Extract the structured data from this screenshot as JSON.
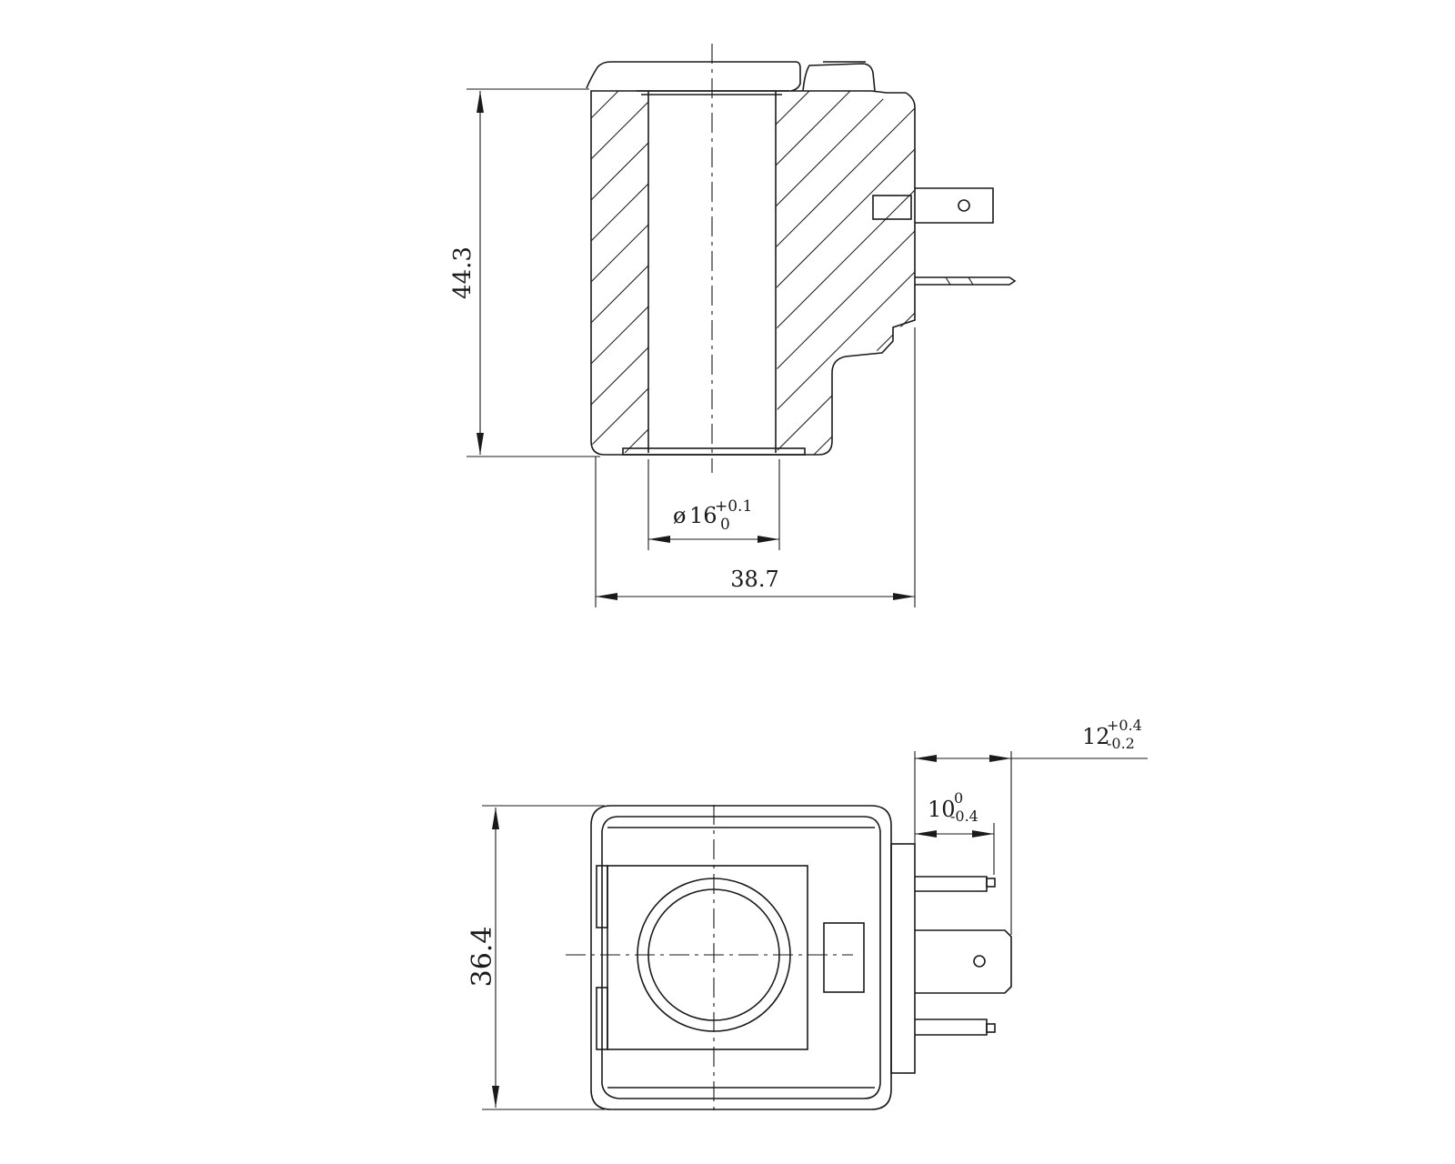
{
  "drawing": {
    "front_view": {
      "height_dim": "44.3",
      "width_dim": "38.7",
      "bore_dim": {
        "symbol": "ø",
        "nominal": "16",
        "upper_tol": "+0.1",
        "lower_tol": "0"
      }
    },
    "top_view": {
      "height_dim": "36.4",
      "terminal_length_dim": {
        "nominal": "12",
        "upper_tol": "+0.4",
        "lower_tol": "-0.2"
      },
      "terminal_offset_dim": {
        "nominal": "10",
        "upper_tol": "0",
        "lower_tol": "-0.4"
      }
    }
  }
}
